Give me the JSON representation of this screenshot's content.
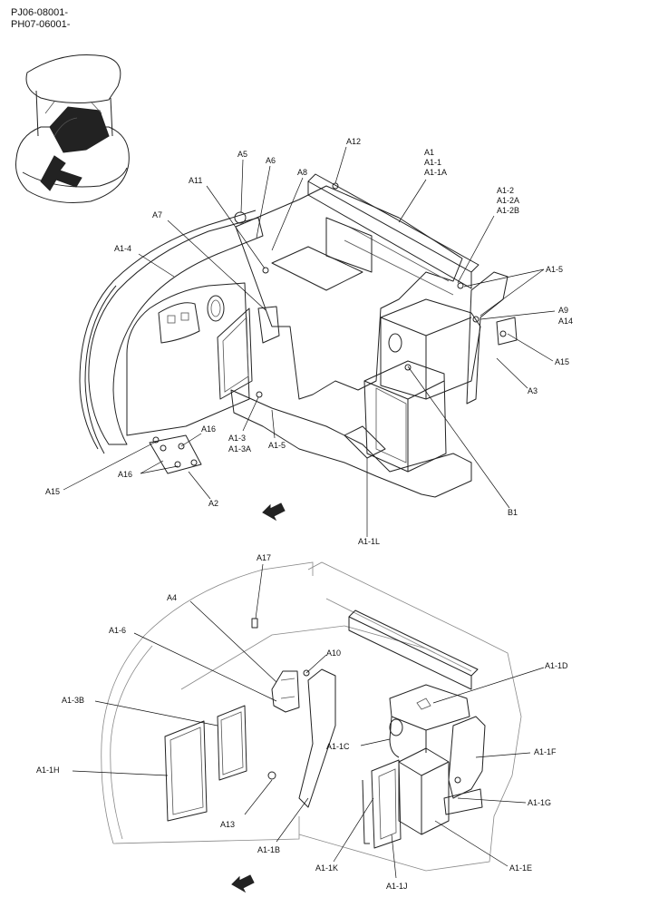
{
  "header": {
    "line1": "PJ06-08001-",
    "line2": "PH07-06001-"
  },
  "colors": {
    "ink": "#111111",
    "line": "#222222",
    "ghost": "#888888"
  },
  "labels": {
    "a5": "A5",
    "a6": "A6",
    "a8": "A8",
    "a11": "A11",
    "a12": "A12",
    "a7": "A7",
    "a1": "A1",
    "a1_1": "A1-1",
    "a1_1a": "A1-1A",
    "a1_2": "A1-2",
    "a1_2a": "A1-2A",
    "a1_2b": "A1-2B",
    "a1_4": "A1-4",
    "a1_5_right": "A1-5",
    "a9": "A9",
    "a14": "A14",
    "a15_right": "A15",
    "a3": "A3",
    "a16_top": "A16",
    "a16_left": "A16",
    "a1_3": "A1-3",
    "a1_3a": "A1-3A",
    "a1_5_bottom": "A1-5",
    "a15_left": "A15",
    "a2": "A2",
    "b1": "B1",
    "a1_1l": "A1-1L",
    "a17": "A17",
    "a4": "A4",
    "a1_6": "A1-6",
    "a10": "A10",
    "a1_3b": "A1-3B",
    "a1_1d": "A1-1D",
    "a1_1c": "A1-1C",
    "a1_1f": "A1-1F",
    "a1_1h": "A1-1H",
    "a1_1g": "A1-1G",
    "a13": "A13",
    "a1_1b": "A1-1B",
    "a1_1k": "A1-1K",
    "a1_1e": "A1-1E",
    "a1_1j": "A1-1J"
  }
}
